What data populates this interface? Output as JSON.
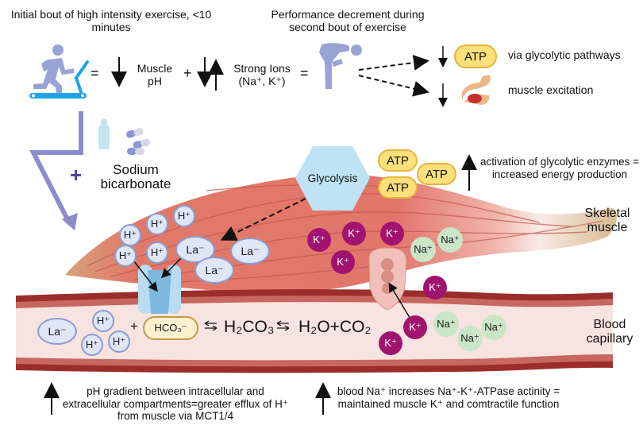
{
  "header": {
    "left_title": "Initial bout of high intensity exercise, <10 minutes",
    "right_title": "Performance decrement during second bout of exercise"
  },
  "equation": {
    "equals_1": "=",
    "muscle_ph": "Muscle pH",
    "plus": "+",
    "strong_ions": "Strong Ions",
    "strong_ions_detail": "(Na⁺, K⁺)",
    "equals_2": "="
  },
  "outcomes": [
    {
      "icon": "atp-badge",
      "badge": "ATP",
      "label": "via glycolytic pathways"
    },
    {
      "icon": "flexed-arm-icon",
      "label": "muscle excitation"
    }
  ],
  "supplement": {
    "plus": "+",
    "label_line1": "Sodium",
    "label_line2": "bicarbonate"
  },
  "glycolysis": {
    "label": "Glycolysis",
    "atp_badges": [
      "ATP",
      "ATP",
      "ATP"
    ],
    "note": "activation of glycolytic enzymes = increased energy production"
  },
  "labels": {
    "skeletal_muscle_1": "Skeletal",
    "skeletal_muscle_2": "muscle",
    "blood_capillary_1": "Blood",
    "blood_capillary_2": "capillary"
  },
  "muscle_ions": {
    "h": [
      "H⁺",
      "H⁺",
      "H⁺",
      "H⁺",
      "H⁺"
    ],
    "la": [
      "La⁻",
      "La⁻",
      "La⁻"
    ],
    "k": [
      "K⁺",
      "K⁺",
      "K⁺",
      "K⁺"
    ],
    "na": [
      "Na⁺",
      "Na⁺"
    ]
  },
  "blood_ions": {
    "la": "La⁻",
    "h": [
      "H⁺",
      "H⁺",
      "H⁺"
    ],
    "plus": "+",
    "hco3": "HCO₃⁻",
    "h2co3": "H₂CO₃",
    "products": "H₂O+CO₂",
    "k": [
      "K⁺",
      "K⁺",
      "K⁺"
    ],
    "na": [
      "Na⁺",
      "Na⁺",
      "Na⁺"
    ]
  },
  "footer": {
    "left_note": "pH gradient between intracellular and extracellular compartments=greater efflux of H⁺ from muscle via MCT1/4",
    "right_note": "blood Na⁺ increases Na⁺-K⁺-ATPase actinity = maintained muscle K⁺ and comtractile function"
  },
  "colors": {
    "accent_purple": "#8d8ccb",
    "muscle_red": "#e07369",
    "tendon": "#d9b98d",
    "vessel_wall": "#9b2d2b",
    "vessel_lumen": "#f7e3e0",
    "atp_fill": "#fbe07b",
    "potassium": "#a0146f",
    "sodium": "#c9e6c6",
    "proton": "#dfe6f6",
    "glycolysis_fill": "#bfe3f5"
  }
}
